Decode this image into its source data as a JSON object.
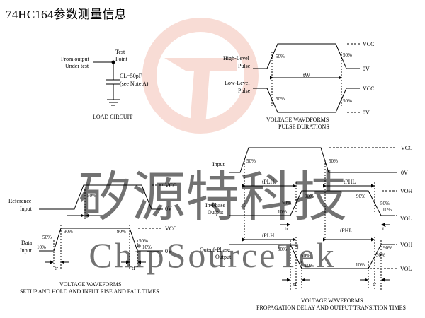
{
  "title": "74HC164参数测量信息",
  "watermark": {
    "cn": "矽源特科技",
    "en": "ChipSourceTek",
    "color": "#f3b9a8"
  },
  "load_circuit": {
    "from_output": "From output",
    "under_test": "Under test",
    "test": "Test",
    "point": "Point",
    "cl": "CL=50pF",
    "note": "(see Note A)",
    "caption": "LOAD CIRCUIT"
  },
  "pulse_duration": {
    "high_level": "High-Level",
    "low_level": "Low-Level",
    "pulse": "Pulse",
    "pct50": "50%",
    "tw": "tW",
    "vcc": "VCC",
    "zero_v": "0V",
    "caption1": "VOLTAGE WAVDFORMS",
    "caption2": "PULSE DURATIONS"
  },
  "setup_hold": {
    "reference": "Reference",
    "input": "Input",
    "data": "Data",
    "pct50": "50%",
    "pct90": "90%",
    "pct10": "10%",
    "vcc": "VCC",
    "zero_v": "0V",
    "tr": "tr",
    "tf": "tf",
    "caption1": "VOLTAGE WAVEFORMS",
    "caption2": "SETUP AND HOLD AND INPUT RISE AND FALL TIMES"
  },
  "propagation": {
    "input": "Input",
    "in_phase": "In-Phase",
    "out_of_phase": "Out-of-Phase",
    "output": "Output",
    "pct50": "50%",
    "pct90": "90%",
    "pct10": "10%",
    "vcc": "VCC",
    "zero_v": "0V",
    "voh": "VOH",
    "vol": "VOL",
    "tplh": "tPLH",
    "tphl": "tPHL",
    "tr": "tr",
    "tf": "tf",
    "caption1": "VOLTAGE WAVEFORMS",
    "caption2": "PROPAGATION DELAY AND OUTPUT TRANSITION TIMES"
  }
}
